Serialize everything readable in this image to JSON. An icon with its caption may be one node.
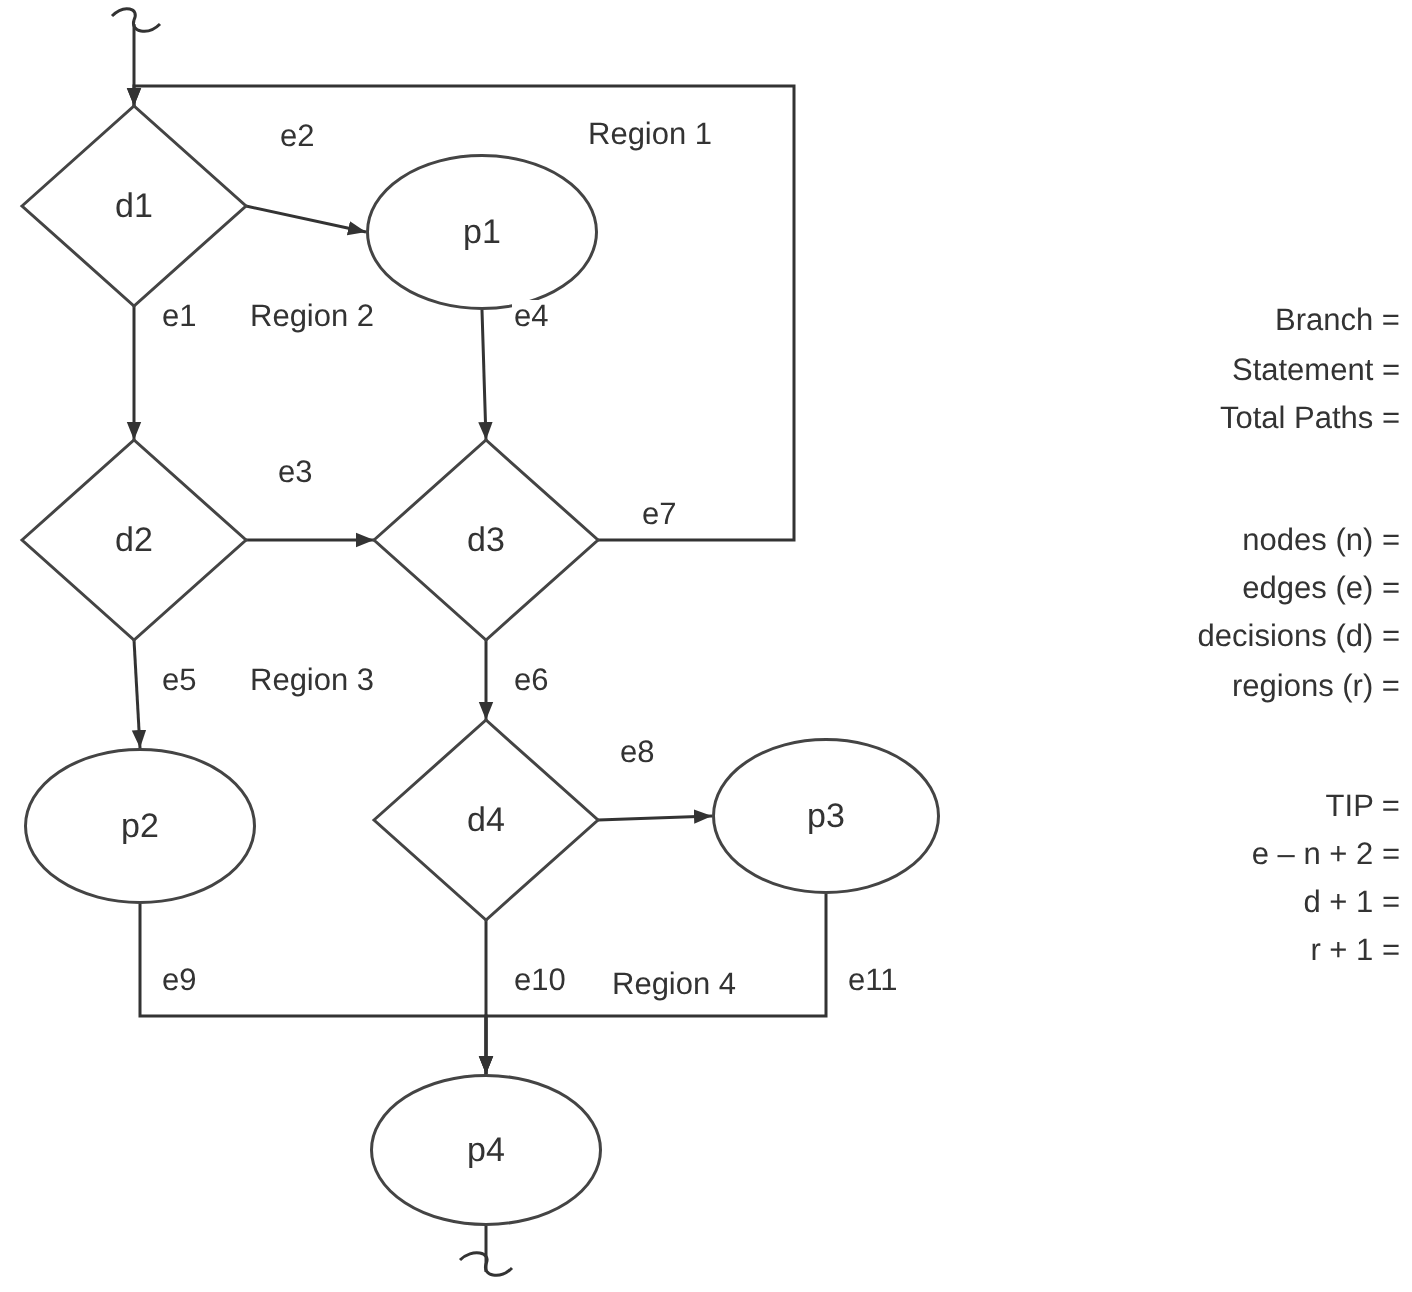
{
  "diagram": {
    "nodes": [
      {
        "text": [
          "d1"
        ]
      },
      {
        "text": [
          "p1"
        ]
      },
      {
        "text": [
          "d2"
        ]
      },
      {
        "text": [
          "d3"
        ]
      },
      {
        "text": [
          "p2"
        ]
      },
      {
        "text": [
          "d4"
        ]
      },
      {
        "text": [
          "p3"
        ]
      },
      {
        "text": [
          "p4"
        ]
      }
    ],
    "edges": [
      {
        "from": null,
        "to": 0,
        "arrow": "to"
      },
      {
        "from": 0,
        "to": 1,
        "label": "e2",
        "arrow": "to"
      },
      {
        "from": 0,
        "to": 2,
        "label": "e1",
        "arrow": "to"
      },
      {
        "from": 1,
        "to": 3,
        "label": "e4",
        "arrow": "to"
      },
      {
        "from": 2,
        "to": 3,
        "label": "e3",
        "arrow": "to"
      },
      {
        "from": 3,
        "to": 0,
        "label": "e7",
        "arrow": "to"
      },
      {
        "from": 2,
        "to": 4,
        "label": "e5",
        "arrow": "to"
      },
      {
        "from": 3,
        "to": 5,
        "label": "e6",
        "arrow": "to"
      },
      {
        "from": 5,
        "to": 6,
        "label": "e8",
        "arrow": "to"
      },
      {
        "from": 4,
        "to": 7,
        "label": "e9",
        "arrow": "to"
      },
      {
        "from": 5,
        "to": 7,
        "label": "e10",
        "arrow": "to"
      },
      {
        "from": 6,
        "to": 7,
        "label": "e11",
        "arrow": "to"
      },
      {
        "from": 7,
        "to": null,
        "arrow": "none"
      }
    ],
    "labels": [
      "Region 1",
      "Region 2",
      "Region 3",
      "Region 4",
      "Branch =",
      "Statement =",
      "Total Paths =",
      "nodes (n) =",
      "edges (e) =",
      "decisions (d) =",
      "regions (r) =",
      "TIP =",
      "e – n + 2 =",
      "d + 1 =",
      "r + 1 ="
    ]
  }
}
